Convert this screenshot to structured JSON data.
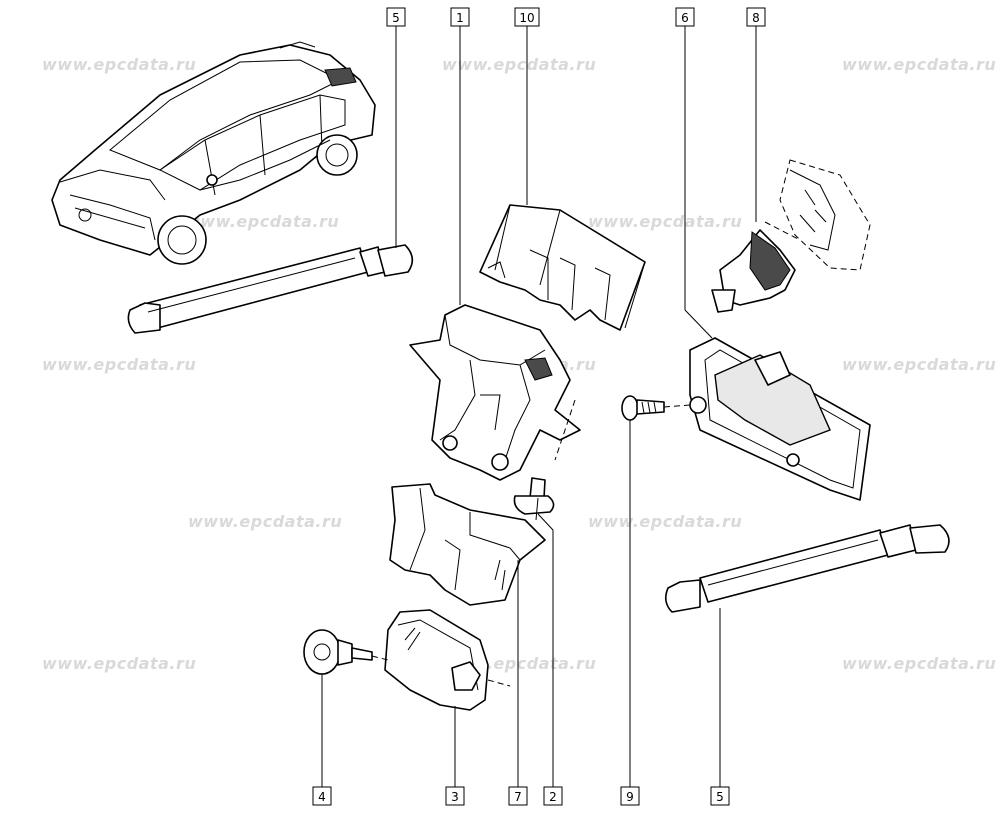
{
  "watermark": "www.epcdata.ru",
  "callouts": {
    "top": [
      "5",
      "1",
      "10",
      "6",
      "8"
    ],
    "bottom": [
      "4",
      "3",
      "7",
      "2",
      "9",
      "5"
    ]
  }
}
